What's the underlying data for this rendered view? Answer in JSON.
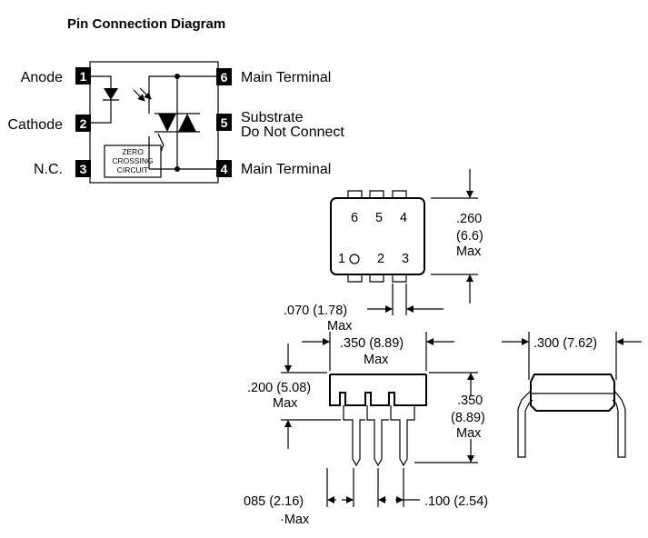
{
  "title": "Pin Connection Diagram",
  "pins": [
    {
      "num": "1",
      "label": "Anode"
    },
    {
      "num": "2",
      "label": "Cathode"
    },
    {
      "num": "3",
      "label": "N.C."
    },
    {
      "num": "4",
      "label": "Main Terminal"
    },
    {
      "num": "5",
      "label_line1": "Substrate",
      "label_line2": "Do Not Connect"
    },
    {
      "num": "6",
      "label": "Main Terminal"
    }
  ],
  "zero_crossing": [
    "ZERO",
    "CROSSING",
    "CIRCUIT"
  ],
  "top_view": {
    "top_row": [
      "6",
      "5",
      "4"
    ],
    "bottom_row": [
      "1",
      "2",
      "3"
    ]
  },
  "dims": {
    "height_260": ".260",
    "height_260_mm": "(6.6)",
    "height_260_max": "Max",
    "pin_width_070": ".070 (1.78)",
    "pin_width_070_max": "Max",
    "body_350": ".350 (8.89)",
    "body_350_max": "Max",
    "width_300": ".300 (7.62)",
    "h_200": ".200 (5.08)",
    "h_200_max": "Max",
    "side_350": ".350",
    "side_350_mm": "(8.89)",
    "side_350_max": "Max",
    "lead_085": "085 (2.16)",
    "lead_085_max": "·Max",
    "pitch_100": ".100 (2.54)"
  }
}
